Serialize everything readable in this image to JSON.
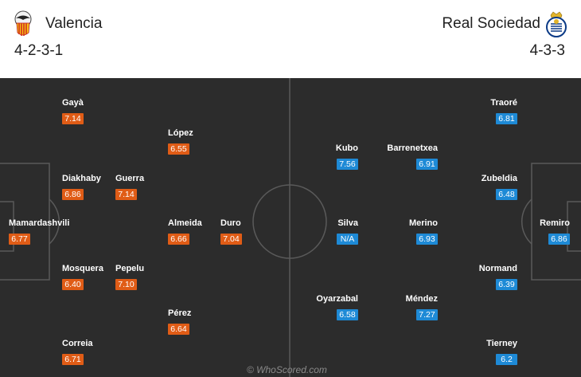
{
  "home_team": {
    "name": "Valencia",
    "formation": "4-2-3-1",
    "crest_icon": "bat-crest-icon",
    "rating_color": "#e05c16",
    "players": [
      {
        "name": "Gayà",
        "rating": "7.14"
      },
      {
        "name": "López",
        "rating": "6.55"
      },
      {
        "name": "Diakhaby",
        "rating": "6.86"
      },
      {
        "name": "Guerra",
        "rating": "7.14"
      },
      {
        "name": "Mamardashvili",
        "rating": "6.77"
      },
      {
        "name": "Almeida",
        "rating": "6.66"
      },
      {
        "name": "Duro",
        "rating": "7.04"
      },
      {
        "name": "Mosquera",
        "rating": "6.40"
      },
      {
        "name": "Pepelu",
        "rating": "7.10"
      },
      {
        "name": "Pérez",
        "rating": "6.64"
      },
      {
        "name": "Correia",
        "rating": "6.71"
      }
    ]
  },
  "away_team": {
    "name": "Real Sociedad",
    "formation": "4-3-3",
    "crest_icon": "crown-shield-crest-icon",
    "rating_color": "#1e8ad6",
    "players": [
      {
        "name": "Traoré",
        "rating": "6.81"
      },
      {
        "name": "Kubo",
        "rating": "7.56"
      },
      {
        "name": "Barrenetxea",
        "rating": "6.91"
      },
      {
        "name": "Zubeldia",
        "rating": "6.48"
      },
      {
        "name": "Silva",
        "rating": "N/A"
      },
      {
        "name": "Merino",
        "rating": "6.93"
      },
      {
        "name": "Remiro",
        "rating": "6.86"
      },
      {
        "name": "Normand",
        "rating": "6.39"
      },
      {
        "name": "Oyarzabal",
        "rating": "6.58"
      },
      {
        "name": "Méndez",
        "rating": "7.27"
      },
      {
        "name": "Tierney",
        "rating": "6.2"
      }
    ]
  },
  "watermark": "© WhoScored.com",
  "pitch_color": "#2c2c2c"
}
